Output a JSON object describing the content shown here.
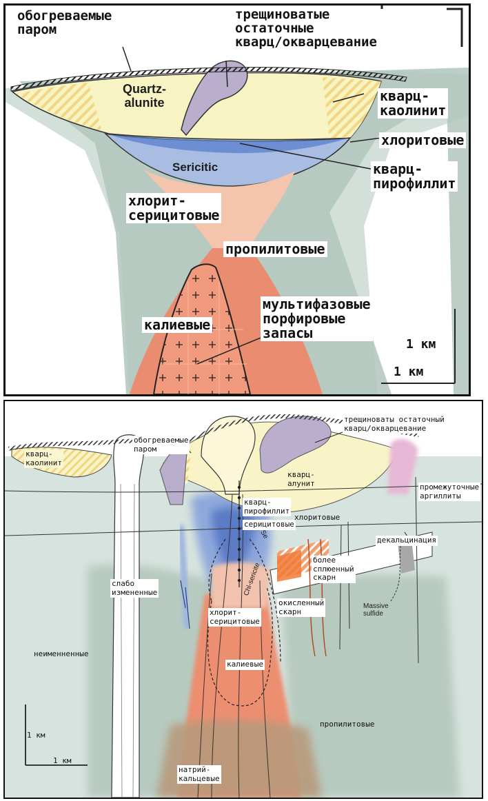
{
  "top": {
    "steam_heated": "обогреваемые\nпаром",
    "vuggy_quartz": "трещиноватые\nостаточные\nкварц/окварцевание",
    "quartz_alunite": "Quartz-\nalunite",
    "quartz_kaolinite": "кварц-\nкаолинит",
    "chlorite": "хлоритовые",
    "sericitic": "Sericitic",
    "quartz_pyrophyllite": "кварц-\nпирофиллит",
    "chlorite_sericite": "хлорит-\nсерицитовые",
    "propylitic": "пропилитовые",
    "multiphase": "мультифазовые\nпорфировые\nзапасы",
    "potassic": "калиевые",
    "scale_v": "1 км",
    "scale_h": "1 км"
  },
  "bottom": {
    "steam_heated": "обогреваемые\nпаром",
    "vuggy_quartz": "трещиноваты остаточный\nкварц/окварцевание",
    "quartz_kaolinite": "кварц-\nкаолинит",
    "quartz_alunite": "кварц-\nалунит",
    "intermediate_argillic": "промежуточные\nаргиллиты",
    "quartz_pyrophyllite": "кварц-\nпирофиллит",
    "chlorite": "хлоритовые",
    "sericitic": "серицитовые",
    "weakly_altered": "слабо\nизмененные",
    "decalcification": "декальцинация",
    "distal_skarn": "более\nсплюенный\nскарн",
    "oxidized_skarn": "окисленный\nскарн",
    "massive_sulfide": "Massive\nsulfide",
    "chlorite_sericite": "хлорит-\nсерицитовые",
    "unaltered": "неименненные",
    "potassic": "калиевые",
    "propylitic": "пропилитовые",
    "sodic_calcic": "натрий-\nкальцевые",
    "scale_v": "1 км",
    "scale_h": "1 км",
    "ser_fragment": "Se",
    "chl_ser_fragment": "Chl-sericite"
  },
  "colors": {
    "alunite": "#f8f3c2",
    "kaolinite_hatch": "#f3d98a",
    "chlorite": "#cfdcd6",
    "propylitic": "#a9bfb4",
    "sericitic": "#9db3dc",
    "sericitic_dark": "#4f6fbf",
    "chl_ser": "#f2bfa6",
    "potassic": "#e98c6f",
    "vuggy": "#b6abc8",
    "sodic": "#b89a7c",
    "skarn": "#f08040",
    "argillic_pink": "#e7b8d6"
  }
}
